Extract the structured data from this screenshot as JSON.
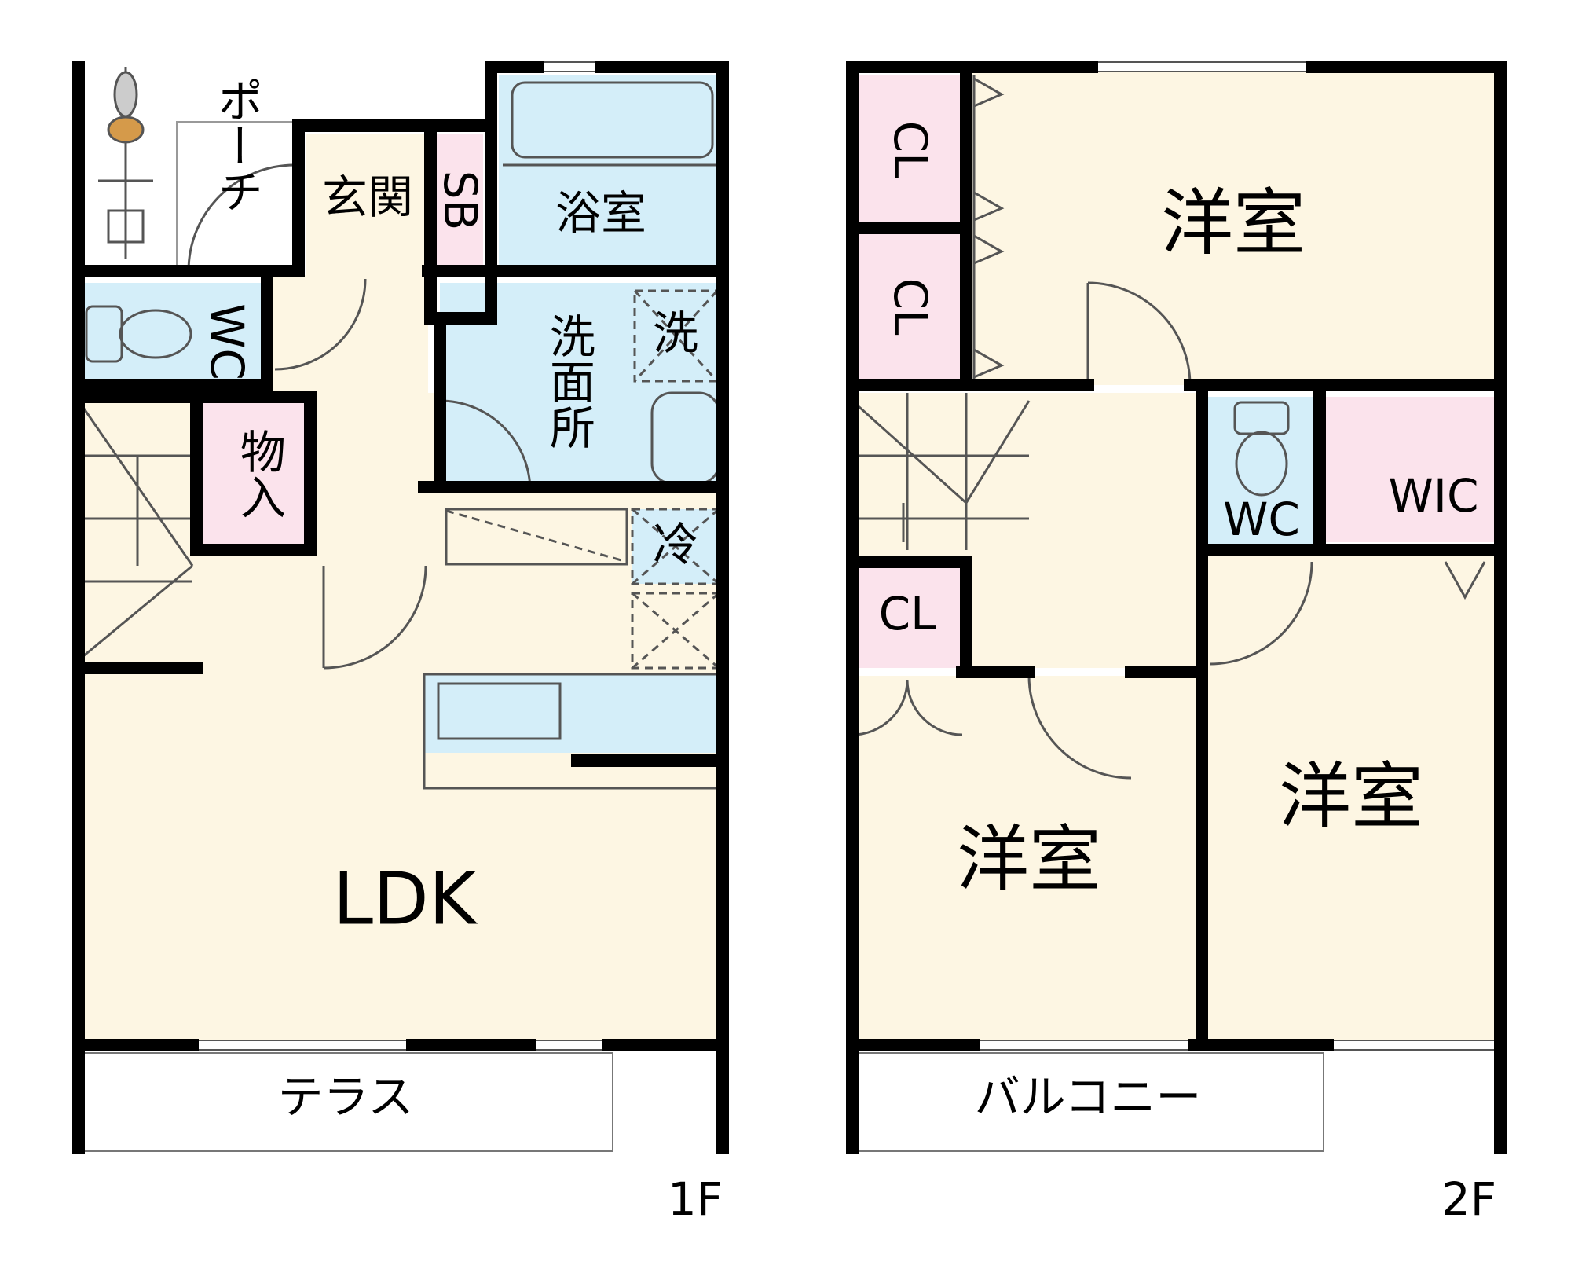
{
  "floor1": {
    "floor_label": "1F",
    "porch": "ポーチ",
    "entrance": "玄関",
    "shoe_box": "SB",
    "bathroom": "浴室",
    "toilet": "WC",
    "washroom": "洗面所",
    "washer": "洗",
    "storage": "物入",
    "fridge": "冷",
    "ldk": "LDK",
    "terrace": "テラス"
  },
  "floor2": {
    "floor_label": "2F",
    "closet_1": "CL",
    "closet_2": "CL",
    "closet_3": "CL",
    "room_north": "洋室",
    "room_southwest": "洋室",
    "room_southeast": "洋室",
    "toilet": "WC",
    "walk_in_closet": "WIC",
    "balcony": "バルコニー"
  },
  "colors": {
    "living": "#fdf6e3",
    "wet": "#d4eef9",
    "storage": "#fbe3ec",
    "wall": "#000000"
  }
}
